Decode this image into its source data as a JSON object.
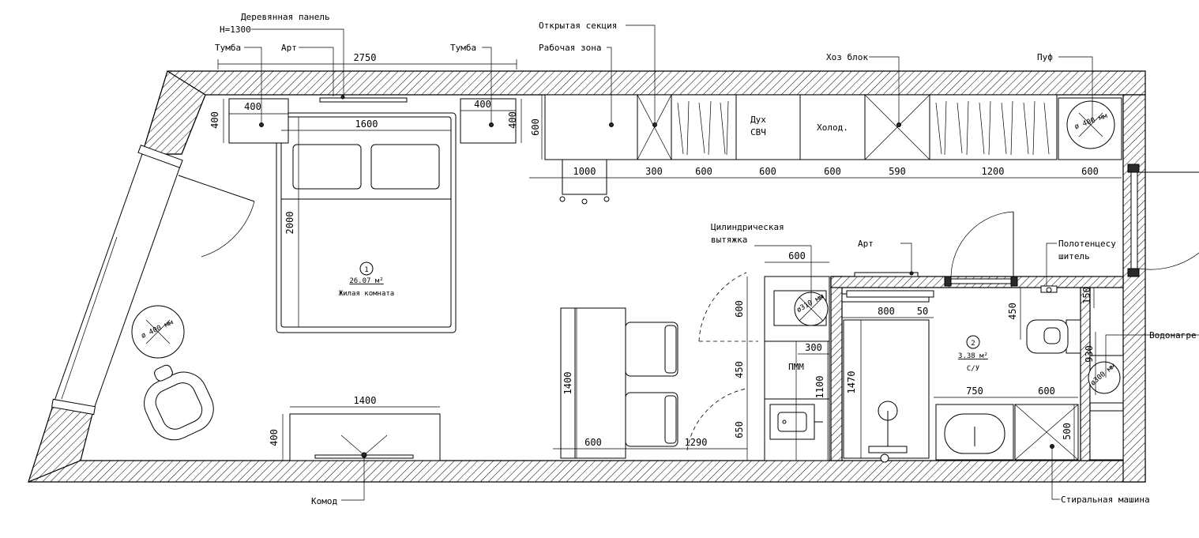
{
  "labels": {
    "wood_panel_1": "Деревянная панель",
    "wood_panel_2": "H=1300",
    "nightstand_left": "Тумба",
    "art_top": "Арт",
    "nightstand_right": "Тумба",
    "open_section": "Открытая секция",
    "work_zone": "Рабочая зона",
    "utility_block": "Хоз блок",
    "pouf": "Пуф",
    "hood_1": "Цилиндрическая",
    "hood_2": "вытяжка",
    "art_mid": "Арт",
    "towel_1": "Полотенцесу",
    "towel_2": "шитель",
    "water_heater": "Водонагре",
    "dresser": "Комод",
    "washer": "Стиральная машина",
    "oven": "Дух",
    "microwave": "СВЧ",
    "fridge": "Холод.",
    "dishwasher": "ПММ",
    "room1_num": "1",
    "room1_area": "26.07 м²",
    "room1_name": "Жилая комната",
    "room2_num": "2",
    "room2_area": "3.38 м²",
    "room2_name": "С/У",
    "dia_pouf": "ø 400 мм",
    "dia_side": "ø 400 мм",
    "dia_hood": "ø310 мм",
    "dia_heater": "ø300 мм"
  },
  "dimensions": {
    "top_width": "2750",
    "nightstand_l": "400",
    "nightstand_r": "400",
    "nightstand_depth_l": "400",
    "nightstand_depth_r": "400",
    "bed_width": "1600",
    "bed_length": "2000",
    "wardrobe_depth": "600",
    "w1": "1000",
    "w2": "300",
    "w3": "600",
    "w4": "600",
    "w5": "600",
    "w6": "590",
    "w7": "1200",
    "w8": "600",
    "kitchen_top": "600",
    "k1": "600",
    "k2": "450",
    "k3": "650",
    "pmm_w": "300",
    "pmm_h": "1100",
    "table_len": "1400",
    "table_w": "600",
    "gap": "1290",
    "dresser_w": "1400",
    "dresser_d": "400",
    "bath_800": "800",
    "bath_50": "50",
    "bath_1470": "1470",
    "wc_450": "450",
    "b_150": "150",
    "b_930": "930",
    "b_750": "750",
    "b_600": "600",
    "b_500": "500"
  }
}
